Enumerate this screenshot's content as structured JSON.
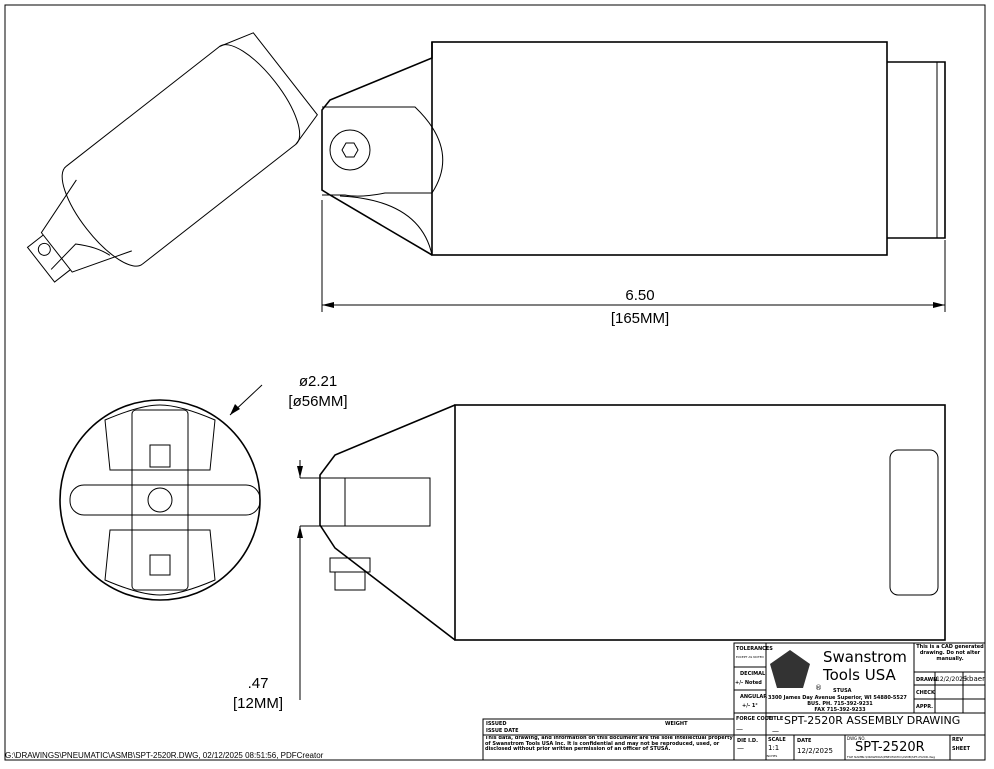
{
  "dimensions": {
    "length_in": "6.50",
    "length_mm": "[165MM]",
    "diameter_in": "ø2.21",
    "diameter_mm": "[ø56MM]",
    "offset_in": ".47",
    "offset_mm": "[12MM]"
  },
  "title_block": {
    "tolerances_label": "TOLERANCES",
    "tolerances_sub": "EXCEPT AS NOTED",
    "decimal_label": "DECIMAL",
    "decimal_value": "+/- Noted",
    "angular_label": "ANGULAR",
    "angular_value": "+/- 1°",
    "company_line1": "Swanstrom",
    "company_line2": "Tools USA",
    "registered": "®",
    "short_name": "STUSA",
    "address": "3300 James Day Avenue Superior, WI 54880-5527",
    "phone": "BUS. PH. 715-392-9231",
    "fax": "FAX 715-392-9233",
    "cad_note": "This is a CAD generated drawing. Do not alter manually.",
    "drawn_label": "DRAWN",
    "drawn_date": "12/2/2025",
    "drawn_by": "kbaer",
    "check_label": "CHECK",
    "appr_label": "APPR.",
    "forge_code_label": "FORGE CODE",
    "forge_code_value": "—",
    "title_label": "TITLE",
    "title": "SPT-2520R ASSEMBLY DRAWING",
    "title_sub": "—",
    "die_label": "DIE I.D.",
    "die_value": "—",
    "scale_label": "SCALE",
    "scale_value": "1:1",
    "scale_units": "INCHES",
    "date_label": "DATE",
    "date_value": "12/2/2025",
    "dwg_label": "DWG NO.",
    "dwg_no": "SPT-2520R",
    "file_label": "FILE NAME",
    "file_name": "G:\\DRAWINGS\\PNEUMATIC\\ASMB\\SPT-2520R.dwg",
    "rev_label": "REV",
    "sheet_label": "SHEET"
  },
  "issue_block": {
    "issued_label": "ISSUED",
    "issue_date_label": "ISSUE DATE",
    "weight_label": "WEIGHT",
    "confidential": "This data, drawing, and information on this document are the sole intellectual property of Swanstrom Tools USA Inc. It is confidential and may not be reproduced, used, or disclosed without prior written permission of an officer of STUSA."
  },
  "footer": "G:\\DRAWINGS\\PNEUMATIC\\ASMB\\SPT-2520R.DWG, 02/12/2025 08:51:56, PDFCreator"
}
